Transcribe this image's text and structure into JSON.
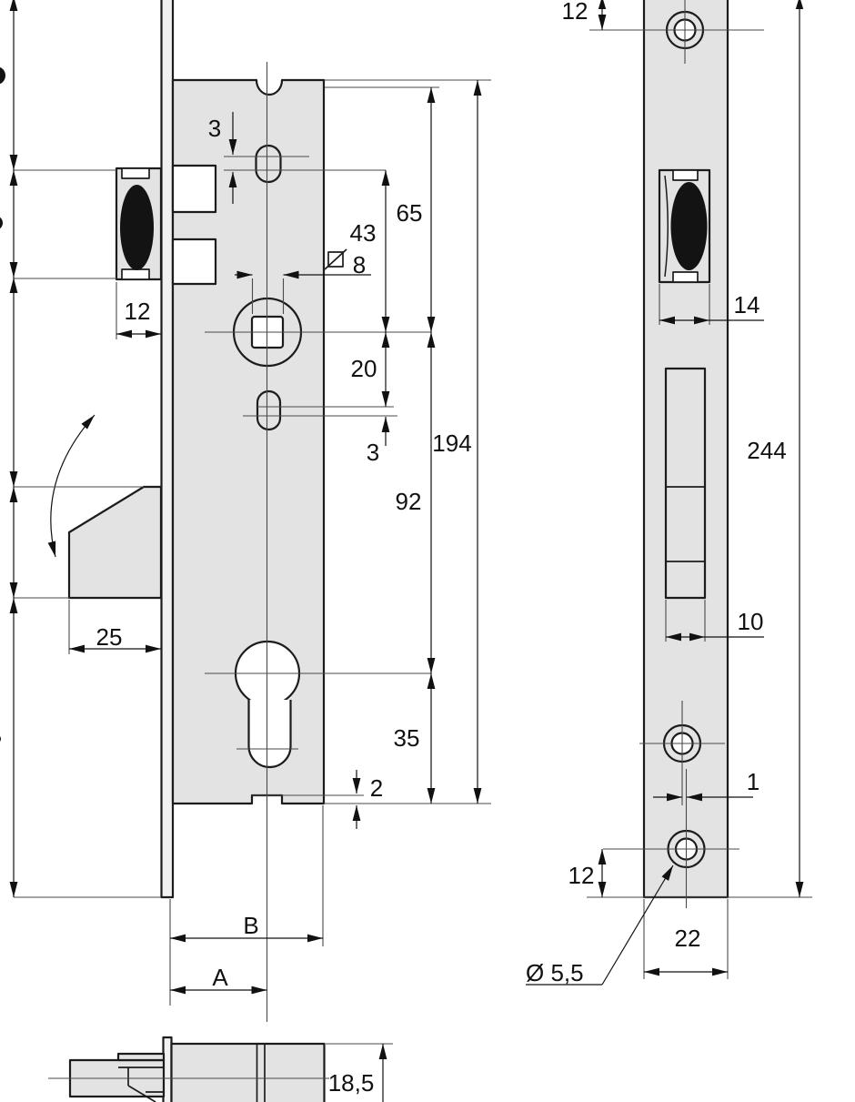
{
  "front_view": {
    "dims": {
      "slot_play_top": "3",
      "top_to_follower": "65",
      "latch_to_follower": "43",
      "spindle_square": "8",
      "latch_width": "12",
      "follower_to_slot": "20",
      "slot_play_bottom": "3",
      "case_length": "194",
      "follower_to_cylinder": "92",
      "bolt_throw": "25",
      "cylinder_to_bottom": "35",
      "notch_depth": "2",
      "dim_b": "B",
      "dim_a": "A"
    }
  },
  "bottom_view": {
    "dims": {
      "case_thickness": "18,5"
    }
  },
  "faceplate_view": {
    "dims": {
      "top_screw_offset": "12",
      "latch_cutout_width": "14",
      "plate_length": "244",
      "bolt_slot_width": "10",
      "hole_offset": "1",
      "bottom_screw_offset": "12",
      "plate_width": "22",
      "screw_hole_diameter": "Ø 5,5"
    }
  },
  "colors": {
    "background": "#ffffff",
    "part_fill": "#e3e3e3",
    "faceplate_fill": "#f1f1f1",
    "line": "#1c1c1c",
    "dimension": "#111111",
    "bolt_fill": "#131313"
  }
}
